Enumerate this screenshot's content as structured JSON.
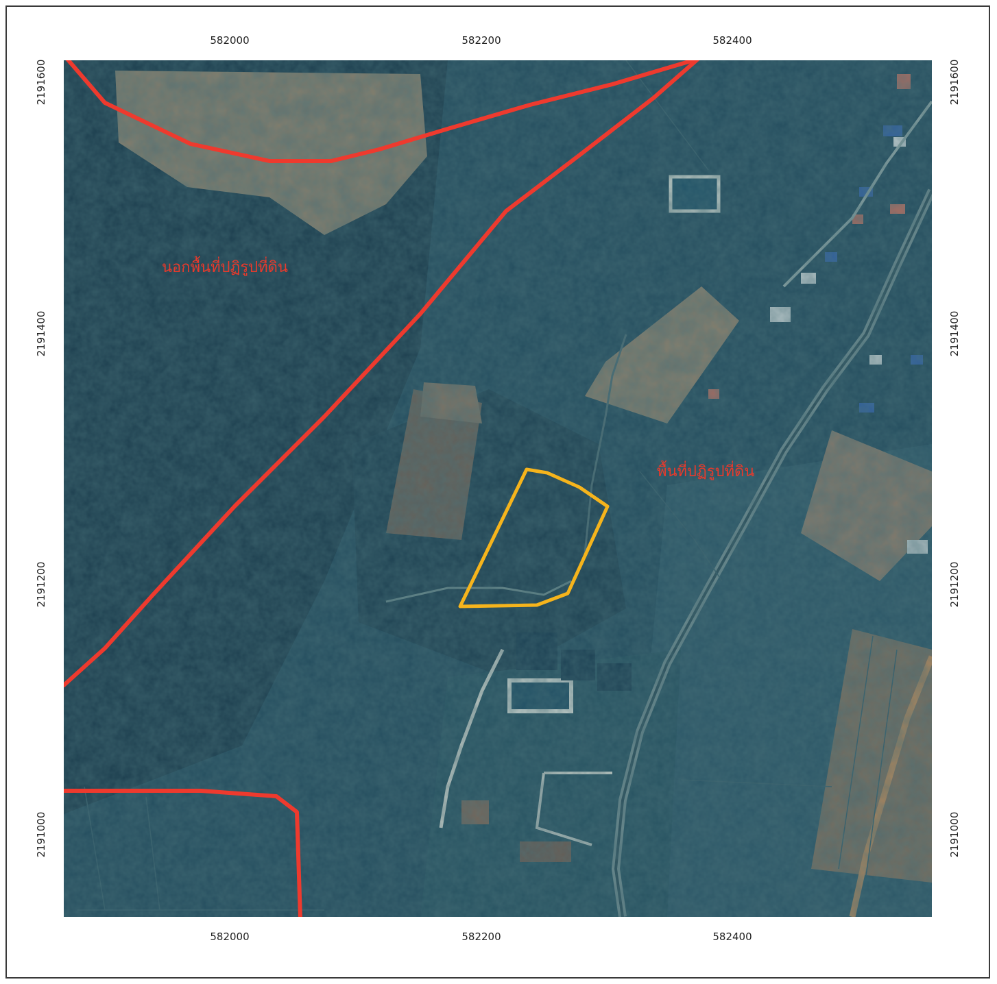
{
  "map": {
    "x_ticks": [
      "582000",
      "582200",
      "582400"
    ],
    "y_ticks": [
      "2191600",
      "2191400",
      "2191200",
      "2191000"
    ],
    "zones": {
      "outside_label": "นอกพื้นที่ปฏิรูปที่ดิน",
      "inside_label": "พื้นที่ปฏิรูปที่ดิน"
    },
    "colors": {
      "zone_boundary": "#ee3a2e",
      "parcel_boundary": "#f6b41c",
      "imagery_base": "#1f4456",
      "label_red": "#e83a2c"
    }
  }
}
